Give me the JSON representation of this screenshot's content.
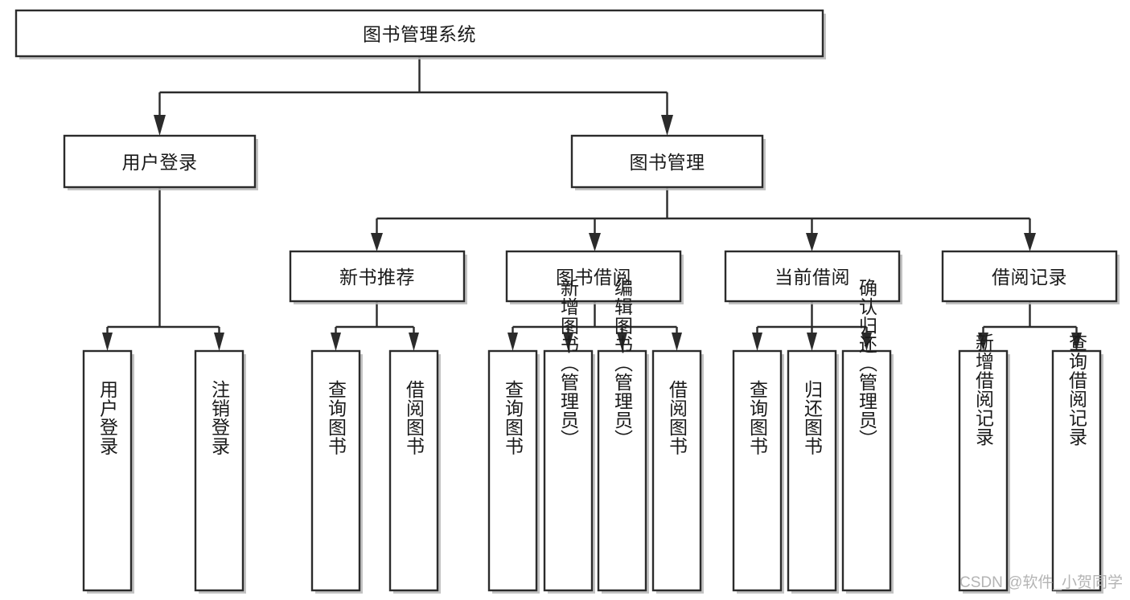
{
  "diagram": {
    "type": "tree-hierarchy",
    "title": "图书管理系统",
    "orientation": "top-down",
    "colors": {
      "box_stroke": "#2b2b2b",
      "box_fill": "#ffffff",
      "connector": "#2b2b2b",
      "text": "#1a1a1a",
      "watermark": "#b4b4b4",
      "background": "#ffffff"
    },
    "root": {
      "label": "图书管理系统",
      "id": "root"
    },
    "level2": [
      {
        "id": "user-login",
        "label": "用户登录"
      },
      {
        "id": "book-manage",
        "label": "图书管理"
      }
    ],
    "level3": [
      {
        "id": "new-book-recommend",
        "label": "新书推荐",
        "parent": "book-manage"
      },
      {
        "id": "book-borrow",
        "label": "图书借阅",
        "parent": "book-manage"
      },
      {
        "id": "current-borrow",
        "label": "当前借阅",
        "parent": "book-manage"
      },
      {
        "id": "borrow-record",
        "label": "借阅记录",
        "parent": "book-manage"
      }
    ],
    "leaves": {
      "user-login": [
        {
          "id": "leaf-user-login",
          "label": "用户登录"
        },
        {
          "id": "leaf-logout",
          "label": "注销登录"
        }
      ],
      "new-book-recommend": [
        {
          "id": "leaf-query-book-1",
          "label": "查询图书"
        },
        {
          "id": "leaf-borrow-book-1",
          "label": "借阅图书"
        }
      ],
      "book-borrow": [
        {
          "id": "leaf-query-book-2",
          "label": "查询图书"
        },
        {
          "id": "leaf-add-book",
          "label": "新增图书（管理员）"
        },
        {
          "id": "leaf-edit-book",
          "label": "编辑图书（管理员）"
        },
        {
          "id": "leaf-borrow-book-2",
          "label": "借阅图书"
        }
      ],
      "current-borrow": [
        {
          "id": "leaf-query-book-3",
          "label": "查询图书"
        },
        {
          "id": "leaf-return-book",
          "label": "归还图书"
        },
        {
          "id": "leaf-confirm-return",
          "label": "确认归还（管理员）"
        }
      ],
      "borrow-record": [
        {
          "id": "leaf-add-record",
          "label": "新增借阅记录"
        },
        {
          "id": "leaf-query-record",
          "label": "查询借阅记录"
        }
      ]
    }
  },
  "watermark": {
    "text": "CSDN @软件_小贺同学"
  }
}
